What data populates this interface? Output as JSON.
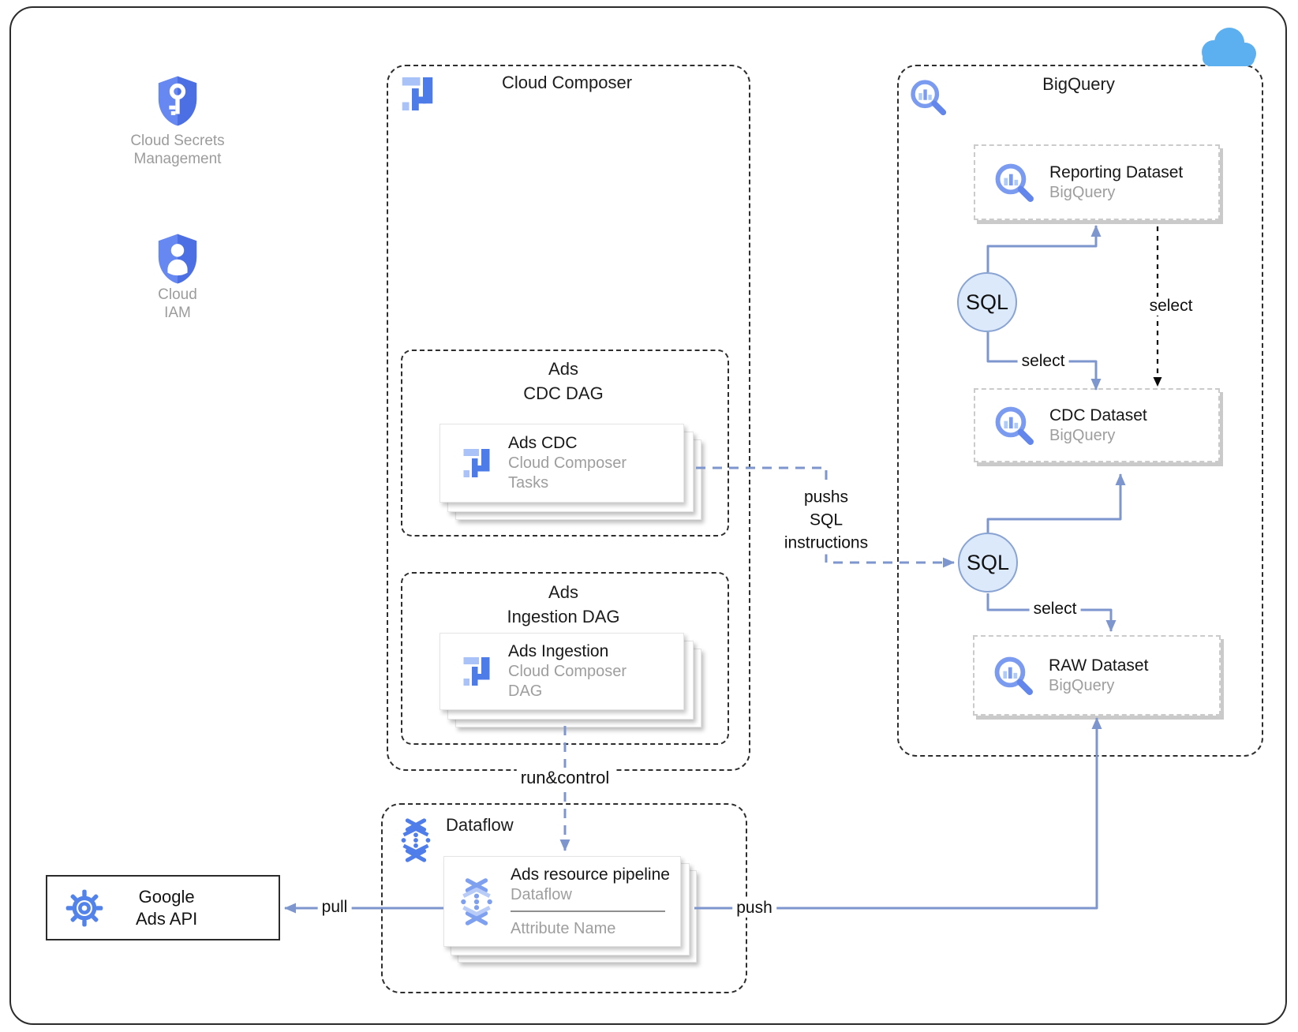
{
  "diagram": {
    "sidebar_icons": {
      "secrets": {
        "label1": "Cloud Secrets",
        "label2": "Management"
      },
      "iam": {
        "label1": "Cloud",
        "label2": "IAM"
      }
    },
    "composer": {
      "title": "Cloud Composer",
      "cdc_dag": {
        "title1": "Ads",
        "title2": "CDC DAG",
        "card": {
          "title": "Ads CDC",
          "subtitle": "Cloud Composer",
          "subtitle2": "Tasks"
        }
      },
      "ingestion_dag": {
        "title1": "Ads",
        "title2": "Ingestion DAG",
        "card": {
          "title": "Ads Ingestion",
          "subtitle": "Cloud Composer",
          "subtitle2": "DAG"
        }
      }
    },
    "bigquery": {
      "title": "BigQuery",
      "reporting_card": {
        "title": "Reporting Dataset",
        "subtitle": "BigQuery"
      },
      "cdc_card": {
        "title": "CDC Dataset",
        "subtitle": "BigQuery"
      },
      "raw_card": {
        "title": "RAW Dataset",
        "subtitle": "BigQuery"
      },
      "sql_node_top": "SQL",
      "sql_node_bottom": "SQL"
    },
    "dataflow": {
      "title": "Dataflow",
      "card": {
        "title": "Ads resource pipeline",
        "subtitle": "Dataflow",
        "attribute": "Attribute Name"
      }
    },
    "google_ads_api": {
      "label1": "Google",
      "label2": "Ads API"
    },
    "edge_labels": {
      "select_sql_to_cdc": "select",
      "select_reporting_to_cdc": "select",
      "select_sql_to_raw": "select",
      "push": "push",
      "pull": "pull",
      "run_control": "run&control",
      "pushs_line1": "pushs",
      "pushs_line2": "SQL",
      "pushs_line3": "instructions"
    },
    "icons": {
      "secrets": "shield-key-icon",
      "iam": "shield-person-icon",
      "composer": "cloud-composer-icon",
      "bigquery": "bigquery-magnifier-icon",
      "dataflow": "dataflow-icon",
      "google_ads": "gear-icon",
      "cloud": "cloud-icon"
    },
    "colors": {
      "icon_blue": "#4d7ce8",
      "icon_blue_light": "#a9c3f8",
      "arrow_blue": "#7e96ce",
      "sql_fill": "#dce9fb",
      "sql_stroke": "#89a4d2",
      "cloud_blue": "#5cb0f0",
      "gray_text": "#9e9e9e",
      "border_dark": "#2e2e2e"
    }
  }
}
